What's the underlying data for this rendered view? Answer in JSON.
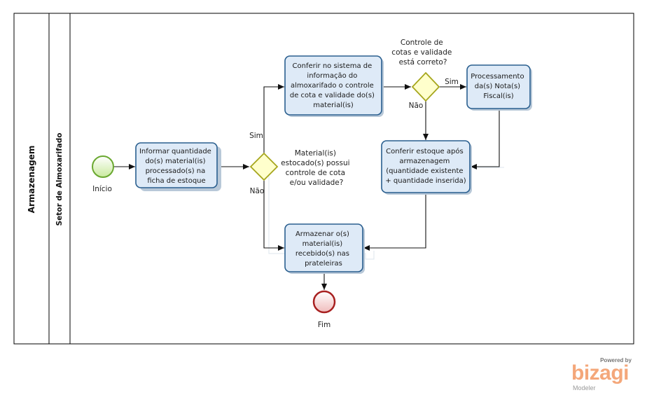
{
  "pool": {
    "label": "Armazenagem"
  },
  "lane": {
    "label": "Setor de Almoxarifado"
  },
  "events": {
    "start": {
      "label": "Início"
    },
    "end": {
      "label": "Fim"
    }
  },
  "tasks": {
    "informar": {
      "lines": [
        "Informar quantidade",
        "do(s) material(is)",
        "processado(s) na",
        "ficha de estoque"
      ]
    },
    "conferir_sistema": {
      "lines": [
        "Conferir no sistema de",
        "informação do",
        "almoxarifado o controle",
        "de cota e validade do(s)",
        "material(is)"
      ]
    },
    "processamento": {
      "lines": [
        "Processamento",
        "da(s) Nota(s)",
        "Fiscal(is)"
      ]
    },
    "conferir_estoque": {
      "lines": [
        "Conferir estoque após",
        "armazenagem",
        "(quantidade existente",
        "+ quantidade inserida)"
      ]
    },
    "armazenar": {
      "lines": [
        "Armazenar o(s)",
        "material(is)",
        "recebido(s) nas",
        "prateleiras"
      ]
    }
  },
  "gateways": {
    "g1": {
      "question": [
        "Material(is)",
        "estocado(s) possui",
        "controle de cota",
        "e/ou validade?"
      ],
      "yes": "Sim",
      "no": "Não"
    },
    "g2": {
      "question": [
        "Controle de",
        "cotas e validade",
        "está correto?"
      ],
      "yes": "Sim",
      "no": "Não"
    }
  },
  "branding": {
    "powered": "Powered by",
    "name": "bizagi",
    "product": "Modeler"
  },
  "colors": {
    "task_fill": "#deeaf7",
    "task_stroke": "#2a5f8f",
    "gateway_fill": "#ffffcc",
    "gateway_stroke": "#a6a61c",
    "start_fill": "#d8f0b8",
    "start_stroke": "#6aa830",
    "end_fill": "#f7d7d7",
    "end_stroke": "#a82020"
  }
}
